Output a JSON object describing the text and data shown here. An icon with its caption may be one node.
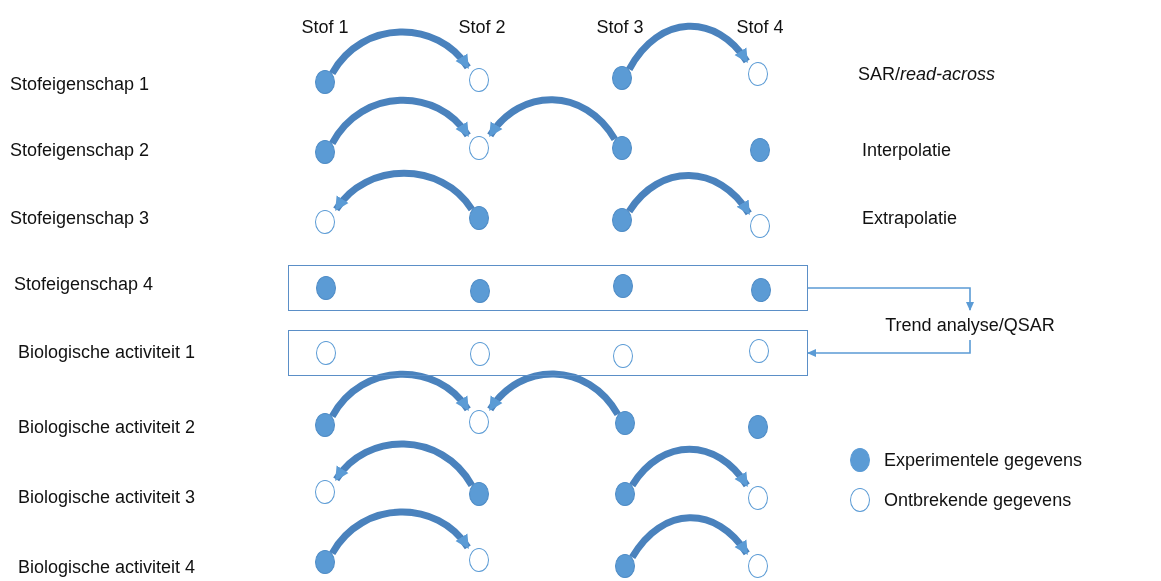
{
  "diagram": {
    "nodes": [
      {
        "text": [],
        "shape": "dot"
      },
      {
        "text": [],
        "shape": "circle"
      },
      {
        "text": [],
        "shape": "dot"
      },
      {
        "text": [],
        "shape": "circle"
      },
      {
        "text": [],
        "shape": "dot"
      },
      {
        "text": [],
        "shape": "circle"
      },
      {
        "text": [],
        "shape": "dot"
      },
      {
        "text": [],
        "shape": "dot"
      },
      {
        "text": [],
        "shape": "circle"
      },
      {
        "text": [],
        "shape": "dot"
      },
      {
        "text": [],
        "shape": "dot"
      },
      {
        "text": [],
        "shape": "circle"
      },
      {
        "text": [],
        "shape": "box"
      },
      {
        "text": [],
        "shape": "dot",
        "in": 12
      },
      {
        "text": [],
        "shape": "dot",
        "in": 12
      },
      {
        "text": [],
        "shape": "dot",
        "in": 12
      },
      {
        "text": [],
        "shape": "dot",
        "in": 12
      },
      {
        "text": [
          "Trend analyse/QSAR"
        ]
      },
      {
        "text": [],
        "shape": "box"
      },
      {
        "text": [],
        "shape": "circle",
        "in": 18
      },
      {
        "text": [],
        "shape": "circle",
        "in": 18
      },
      {
        "text": [],
        "shape": "circle",
        "in": 18
      },
      {
        "text": [],
        "shape": "circle",
        "in": 18
      },
      {
        "text": [],
        "shape": "dot"
      },
      {
        "text": [],
        "shape": "circle"
      },
      {
        "text": [],
        "shape": "dot"
      },
      {
        "text": [],
        "shape": "dot"
      },
      {
        "text": [],
        "shape": "circle"
      },
      {
        "text": [],
        "shape": "dot"
      },
      {
        "text": [],
        "shape": "dot"
      },
      {
        "text": [],
        "shape": "circle"
      },
      {
        "text": [],
        "shape": "dot"
      },
      {
        "text": [],
        "shape": "circle"
      },
      {
        "text": [],
        "shape": "dot"
      },
      {
        "text": [],
        "shape": "circle"
      }
    ],
    "edges": [
      {
        "from": 0,
        "to": 1,
        "arrow": "to"
      },
      {
        "from": 2,
        "to": 3,
        "arrow": "to"
      },
      {
        "from": 4,
        "to": 5,
        "arrow": "to"
      },
      {
        "from": 6,
        "to": 5,
        "arrow": "to"
      },
      {
        "from": 9,
        "to": 8,
        "arrow": "to"
      },
      {
        "from": 10,
        "to": 11,
        "arrow": "to"
      },
      {
        "from": 12,
        "to": 17,
        "arrow": "to"
      },
      {
        "from": 17,
        "to": 18,
        "arrow": "to"
      },
      {
        "from": 23,
        "to": 24,
        "arrow": "to"
      },
      {
        "from": 25,
        "to": 24,
        "arrow": "to"
      },
      {
        "from": 28,
        "to": 27,
        "arrow": "to"
      },
      {
        "from": 29,
        "to": 30,
        "arrow": "to"
      },
      {
        "from": 31,
        "to": 32,
        "arrow": "to"
      },
      {
        "from": 33,
        "to": 34,
        "arrow": "to"
      }
    ],
    "labels": [
      "Stof 1",
      "Stof 2",
      "Stof 3",
      "Stof 4",
      "Stofeigenschap 1",
      "SAR/*read-across*",
      "Stofeigenschap 2",
      "Interpolatie",
      "Stofeigenschap 3",
      "Extrapolatie",
      "Stofeigenschap 4",
      "Biologische activiteit 1",
      "Biologische activiteit 2",
      "Biologische activiteit 3",
      "Biologische activiteit 4"
    ],
    "legend": [
      {
        "text": "Experimentele gegevens",
        "color": "#5b9bd5"
      },
      {
        "text": "Ontbrekende gegevens"
      }
    ]
  }
}
